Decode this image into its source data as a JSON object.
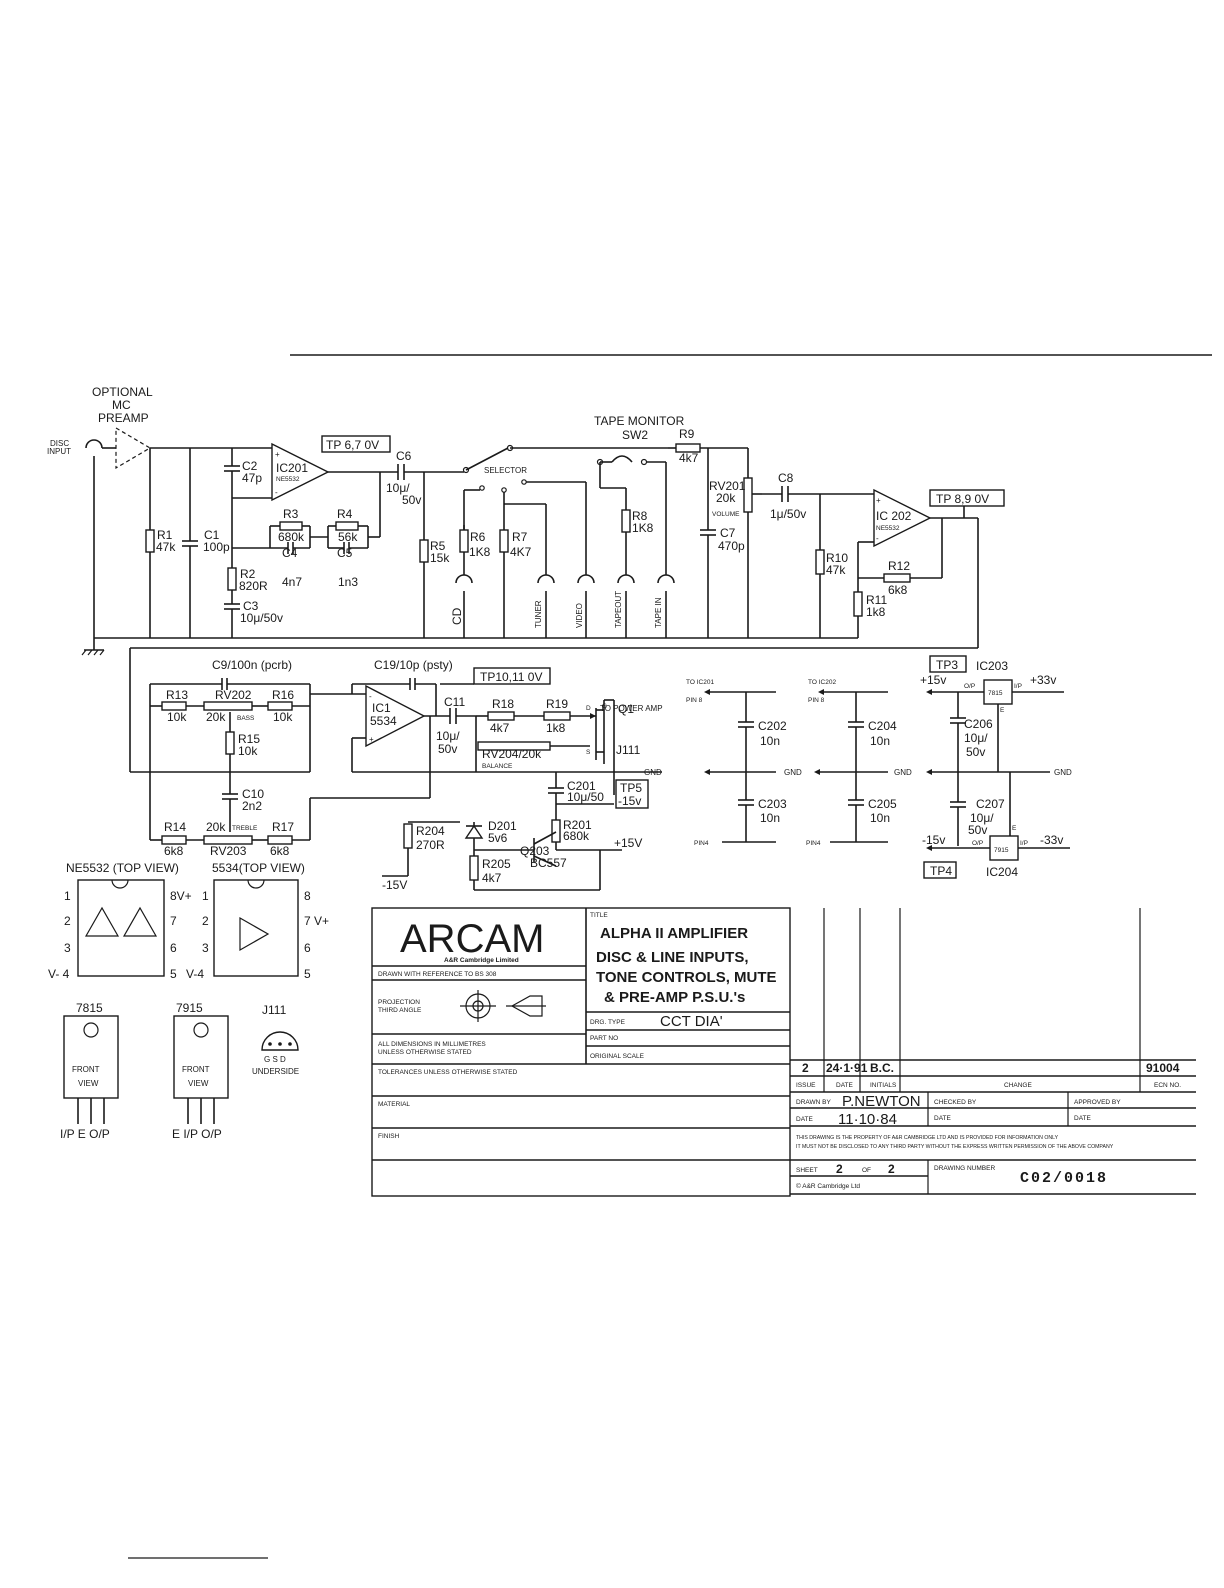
{
  "schematic": {
    "mc_preamp": [
      "OPTIONAL",
      "MC",
      "PREAMP"
    ],
    "disc_input": [
      "DISC",
      "INPUT"
    ],
    "tape_monitor": "TAPE MONITOR",
    "sw2": "SW2",
    "selector": "SELECTOR",
    "tp67": "TP 6,7  0V",
    "tp89": "TP 8,9  0V",
    "tp1011": "TP10,11  0V",
    "tp5": [
      "TP5",
      "-15v"
    ],
    "tp3": "TP3",
    "tp4": "TP4",
    "to_power_amp": "TO POWER AMP",
    "gnd": "GND",
    "plus15v": "+15V",
    "minus15v": "-15V",
    "plus15v_lc": "+15v",
    "minus15v_lc": "-15v",
    "plus33v": "+33v",
    "minus33v": "-33v",
    "to_ic201": "TO IC201",
    "to_ic202": "TO IC202",
    "pin8": "PIN 8",
    "pin4": "PIN4",
    "inputs": [
      "CD",
      "TUNER",
      "VIDEO",
      "TAPEOUT",
      "TAPE IN"
    ],
    "components": {
      "r1": [
        "R1",
        "47k"
      ],
      "c1": [
        "C1",
        "100p"
      ],
      "c2": [
        "C2",
        "47p"
      ],
      "ic201": [
        "IC201",
        "NE5532"
      ],
      "r2": [
        "R2",
        "820R"
      ],
      "c3": [
        "C3",
        "10μ/50v"
      ],
      "r3": [
        "R3",
        "680k"
      ],
      "r4": [
        "R4",
        "56k"
      ],
      "c4": [
        "C4",
        "4n7"
      ],
      "c5": [
        "C5",
        "1n3"
      ],
      "c6": [
        "C6",
        "10μ/",
        "50v"
      ],
      "r5": [
        "R5",
        "15k"
      ],
      "r6": [
        "R6",
        "1K8"
      ],
      "r7": [
        "R7",
        "4K7"
      ],
      "r8": [
        "R8",
        "1K8"
      ],
      "r9": [
        "R9",
        "4k7"
      ],
      "rv201": [
        "RV201",
        "20k",
        "VOLUME"
      ],
      "c7": [
        "C7",
        "470p"
      ],
      "c8": [
        "C8",
        "1μ/50v"
      ],
      "r10": [
        "R10",
        "47k"
      ],
      "ic202": [
        "IC 202",
        "NE5532"
      ],
      "r11": [
        "R11",
        "1k8"
      ],
      "r12": [
        "R12",
        "6k8"
      ],
      "c9": "C9/100n (pcrb)",
      "r13": [
        "R13",
        "10k"
      ],
      "rv202": [
        "RV202",
        "20k",
        "BASS"
      ],
      "r16": [
        "R16",
        "10k"
      ],
      "r15": [
        "R15",
        "10k"
      ],
      "c10": [
        "C10",
        "2n2"
      ],
      "r14": [
        "R14",
        "6k8"
      ],
      "rv203": [
        "20k",
        "TREBLE",
        "RV203"
      ],
      "r17": [
        "R17",
        "6k8"
      ],
      "c19": "C19/10p (psty)",
      "ic1": [
        "IC1",
        "5534"
      ],
      "c11": [
        "C11",
        "10μ/",
        "50v"
      ],
      "r18": [
        "R18",
        "4k7"
      ],
      "r19": [
        "R19",
        "1k8"
      ],
      "rv204": [
        "RV204/20k",
        "BALANCE"
      ],
      "q1": [
        "Q1",
        "J111"
      ],
      "c201": [
        "C201",
        "10μ/50"
      ],
      "r201": [
        "R201",
        "680k"
      ],
      "r204": [
        "R204",
        "270R"
      ],
      "d201": [
        "D201",
        "5v6"
      ],
      "q203": [
        "Q203",
        "BC557"
      ],
      "r205": [
        "R205",
        "4k7"
      ],
      "c202": [
        "C202",
        "10n"
      ],
      "c203": [
        "C203",
        "10n"
      ],
      "c204": [
        "C204",
        "10n"
      ],
      "c205": [
        "C205",
        "10n"
      ],
      "c206": [
        "C206",
        "10μ/",
        "50v"
      ],
      "c207": [
        "C207",
        "10μ/",
        "50v"
      ],
      "ic203": "IC203",
      "ic204": "IC204",
      "r7815": "7815",
      "r7915": "7915",
      "op": "O/P",
      "ip": "I/P",
      "e": "E",
      "d": "D",
      "g": "G",
      "s": "S"
    },
    "pinouts": {
      "ne5532_title": "NE5532 (TOP VIEW)",
      "n5534_title": "5534(TOP VIEW)",
      "ne5532_pins": [
        "1",
        "2",
        "3",
        "V- 4",
        "8V+",
        "7",
        "6",
        "5"
      ],
      "n5534_pins": [
        "1",
        "2",
        "3",
        "V-4",
        "8",
        "7 V+",
        "6",
        "5"
      ],
      "reg1_title": "7815",
      "reg2_title": "7915",
      "jfet_title": "J111",
      "front_view": [
        "FRONT",
        "VIEW"
      ],
      "reg1_pins": "I/P  E  O/P",
      "reg2_pins": "E  I/P  O/P",
      "jfet_pins": "G S D",
      "underside": "UNDERSIDE"
    }
  },
  "title_block": {
    "logo": "ARCAM",
    "company": "A&R Cambridge Limited",
    "drawn_ref": "DRAWN WITH REFERENCE TO BS 308",
    "projection": [
      "PROJECTION",
      "THIRD ANGLE"
    ],
    "dimensions": [
      "ALL DIMENSIONS IN MILLIMETRES",
      "UNLESS OTHERWISE STATED"
    ],
    "tolerances": "TOLERANCES UNLESS OTHERWISE STATED",
    "material": "MATERIAL",
    "finish": "FINISH",
    "title_label": "TITLE",
    "title_lines": [
      "ALPHA II AMPLIFIER",
      "DISC & LINE  INPUTS,",
      "TONE CONTROLS, MUTE",
      "& PRE-AMP P.S.U.'s"
    ],
    "drg_type_label": "DRG. TYPE",
    "drg_type": "CCT  DIA'",
    "part_no_label": "PART NO",
    "original_scale_label": "ORIGINAL SCALE",
    "issue": "2",
    "issue_date": "24·1·91",
    "issue_initials": "B.C.",
    "ecn_number": "91004",
    "col_issue": "ISSUE",
    "col_date": "DATE",
    "col_initials": "INITIALS",
    "col_change": "CHANGE",
    "col_ecn": "ECN NO.",
    "drawn_by_label": "DRAWN BY",
    "drawn_by": "P.NEWTON",
    "checked_by_label": "CHECKED BY",
    "approved_by_label": "APPROVED BY",
    "date_label": "DATE",
    "drawn_date": "11·10·84",
    "property_notice": [
      "THIS DRAWING IS THE PROPERTY OF A&R CAMBRIDGE LTD AND IS PROVIDED FOR INFORMATION ONLY",
      "IT MUST NOT BE DISCLOSED TO ANY THIRD PARTY WITHOUT THE EXPRESS WRITTEN PERMISSION OF THE ABOVE COMPANY"
    ],
    "sheet_label": "SHEET",
    "sheet": "2",
    "of_label": "OF",
    "of": "2",
    "drawing_number_label": "DRAWING NUMBER",
    "drawing_number": "C02/0018",
    "copyright": "©  A&R Cambridge Ltd"
  }
}
